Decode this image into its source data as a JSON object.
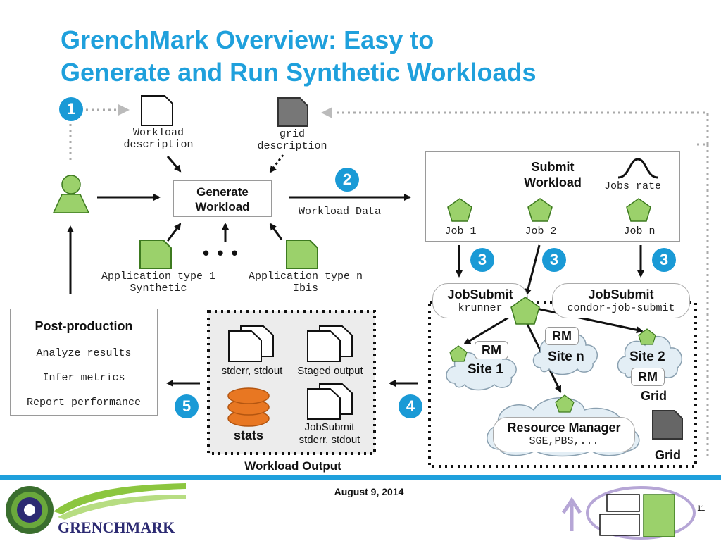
{
  "title": {
    "line1": "GrenchMark Overview: Easy to",
    "line2": "Generate and Run Synthetic Workloads"
  },
  "badges": {
    "b1": "1",
    "b2": "2",
    "b3": "3",
    "b4": "4",
    "b5": "5"
  },
  "inputs": {
    "workload_desc": "Workload\ndescription",
    "grid_desc": "grid\ndescription",
    "app1": "Application type 1\nSynthetic",
    "appn": "Application type n\nIbis",
    "ellipsis": "• • •"
  },
  "generate": {
    "label": "Generate\nWorkload"
  },
  "workload_data": "Workload Data",
  "submit": {
    "title": "Submit\nWorkload",
    "jobs_rate": "Jobs rate",
    "job1": "Job 1",
    "job2": "Job 2",
    "jobn": "Job n"
  },
  "jobsubmit": {
    "left_title": "JobSubmit",
    "left_sub": "krunner",
    "right_title": "JobSubmit",
    "right_sub": "condor-job-submit"
  },
  "grid": {
    "rm1": "RM",
    "site1": "Site 1",
    "rmn": "RM",
    "siten": "Site n",
    "site2": "Site 2",
    "rm2": "RM",
    "grid_label1": "Grid",
    "rm_title": "Resource Manager",
    "rm_sub": "SGE,PBS,...",
    "grid_label2": "Grid"
  },
  "output": {
    "stderr": "stderr, stdout",
    "staged": "Staged output",
    "stats": "stats",
    "js_out": "JobSubmit\nstderr, stdout",
    "caption": "Workload Output"
  },
  "post": {
    "title": "Post-production",
    "items": [
      "Analyze results",
      "Infer metrics",
      "Report performance"
    ]
  },
  "footer": {
    "date": "August 9, 2014",
    "page": "11",
    "logo_text": "GRENCHMARK"
  },
  "colors": {
    "accent": "#1fa0dc",
    "green": "#9bd16b",
    "green_dark": "#3d7a1f"
  }
}
